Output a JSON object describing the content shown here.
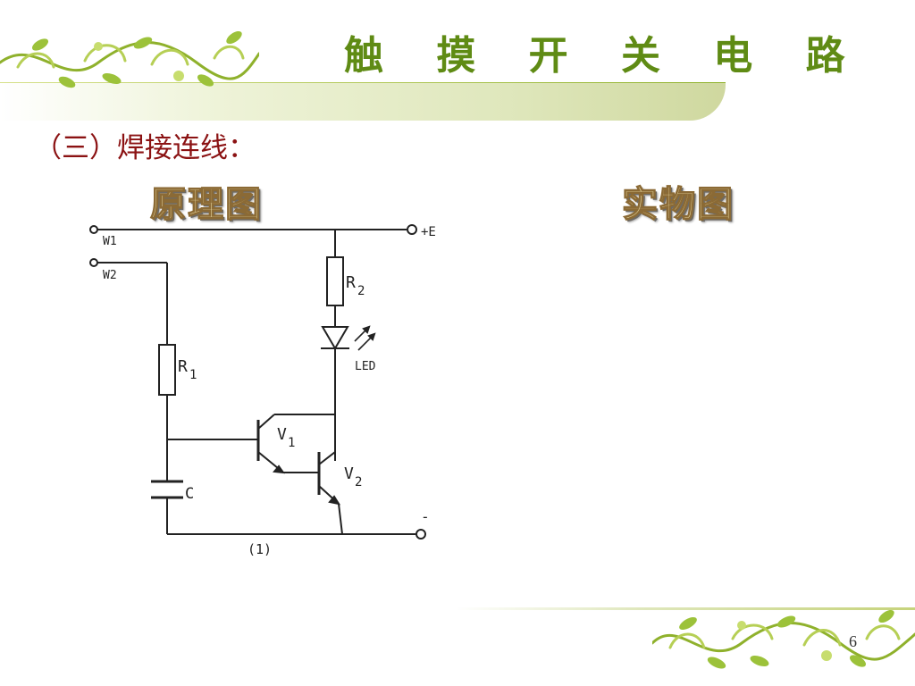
{
  "slide": {
    "title": "触 摸 开 关 电 路",
    "subtitle": "（三）焊接连线：",
    "schematic_label": "原理图",
    "physical_label": "实物图",
    "page_number": "6"
  },
  "circuit": {
    "w1": "W1",
    "w2": "W2",
    "plus_e": "+E",
    "r1": "R",
    "r1_sub": "1",
    "r2": "R",
    "r2_sub": "2",
    "led": "LED",
    "v1": "V",
    "v1_sub": "1",
    "v2": "V",
    "v2_sub": "2",
    "c": "C",
    "minus": "-",
    "figure_no": "(1)"
  },
  "colors": {
    "title": "#5f8b14",
    "subtitle": "#8b1213",
    "vine": "#8fb12c"
  }
}
